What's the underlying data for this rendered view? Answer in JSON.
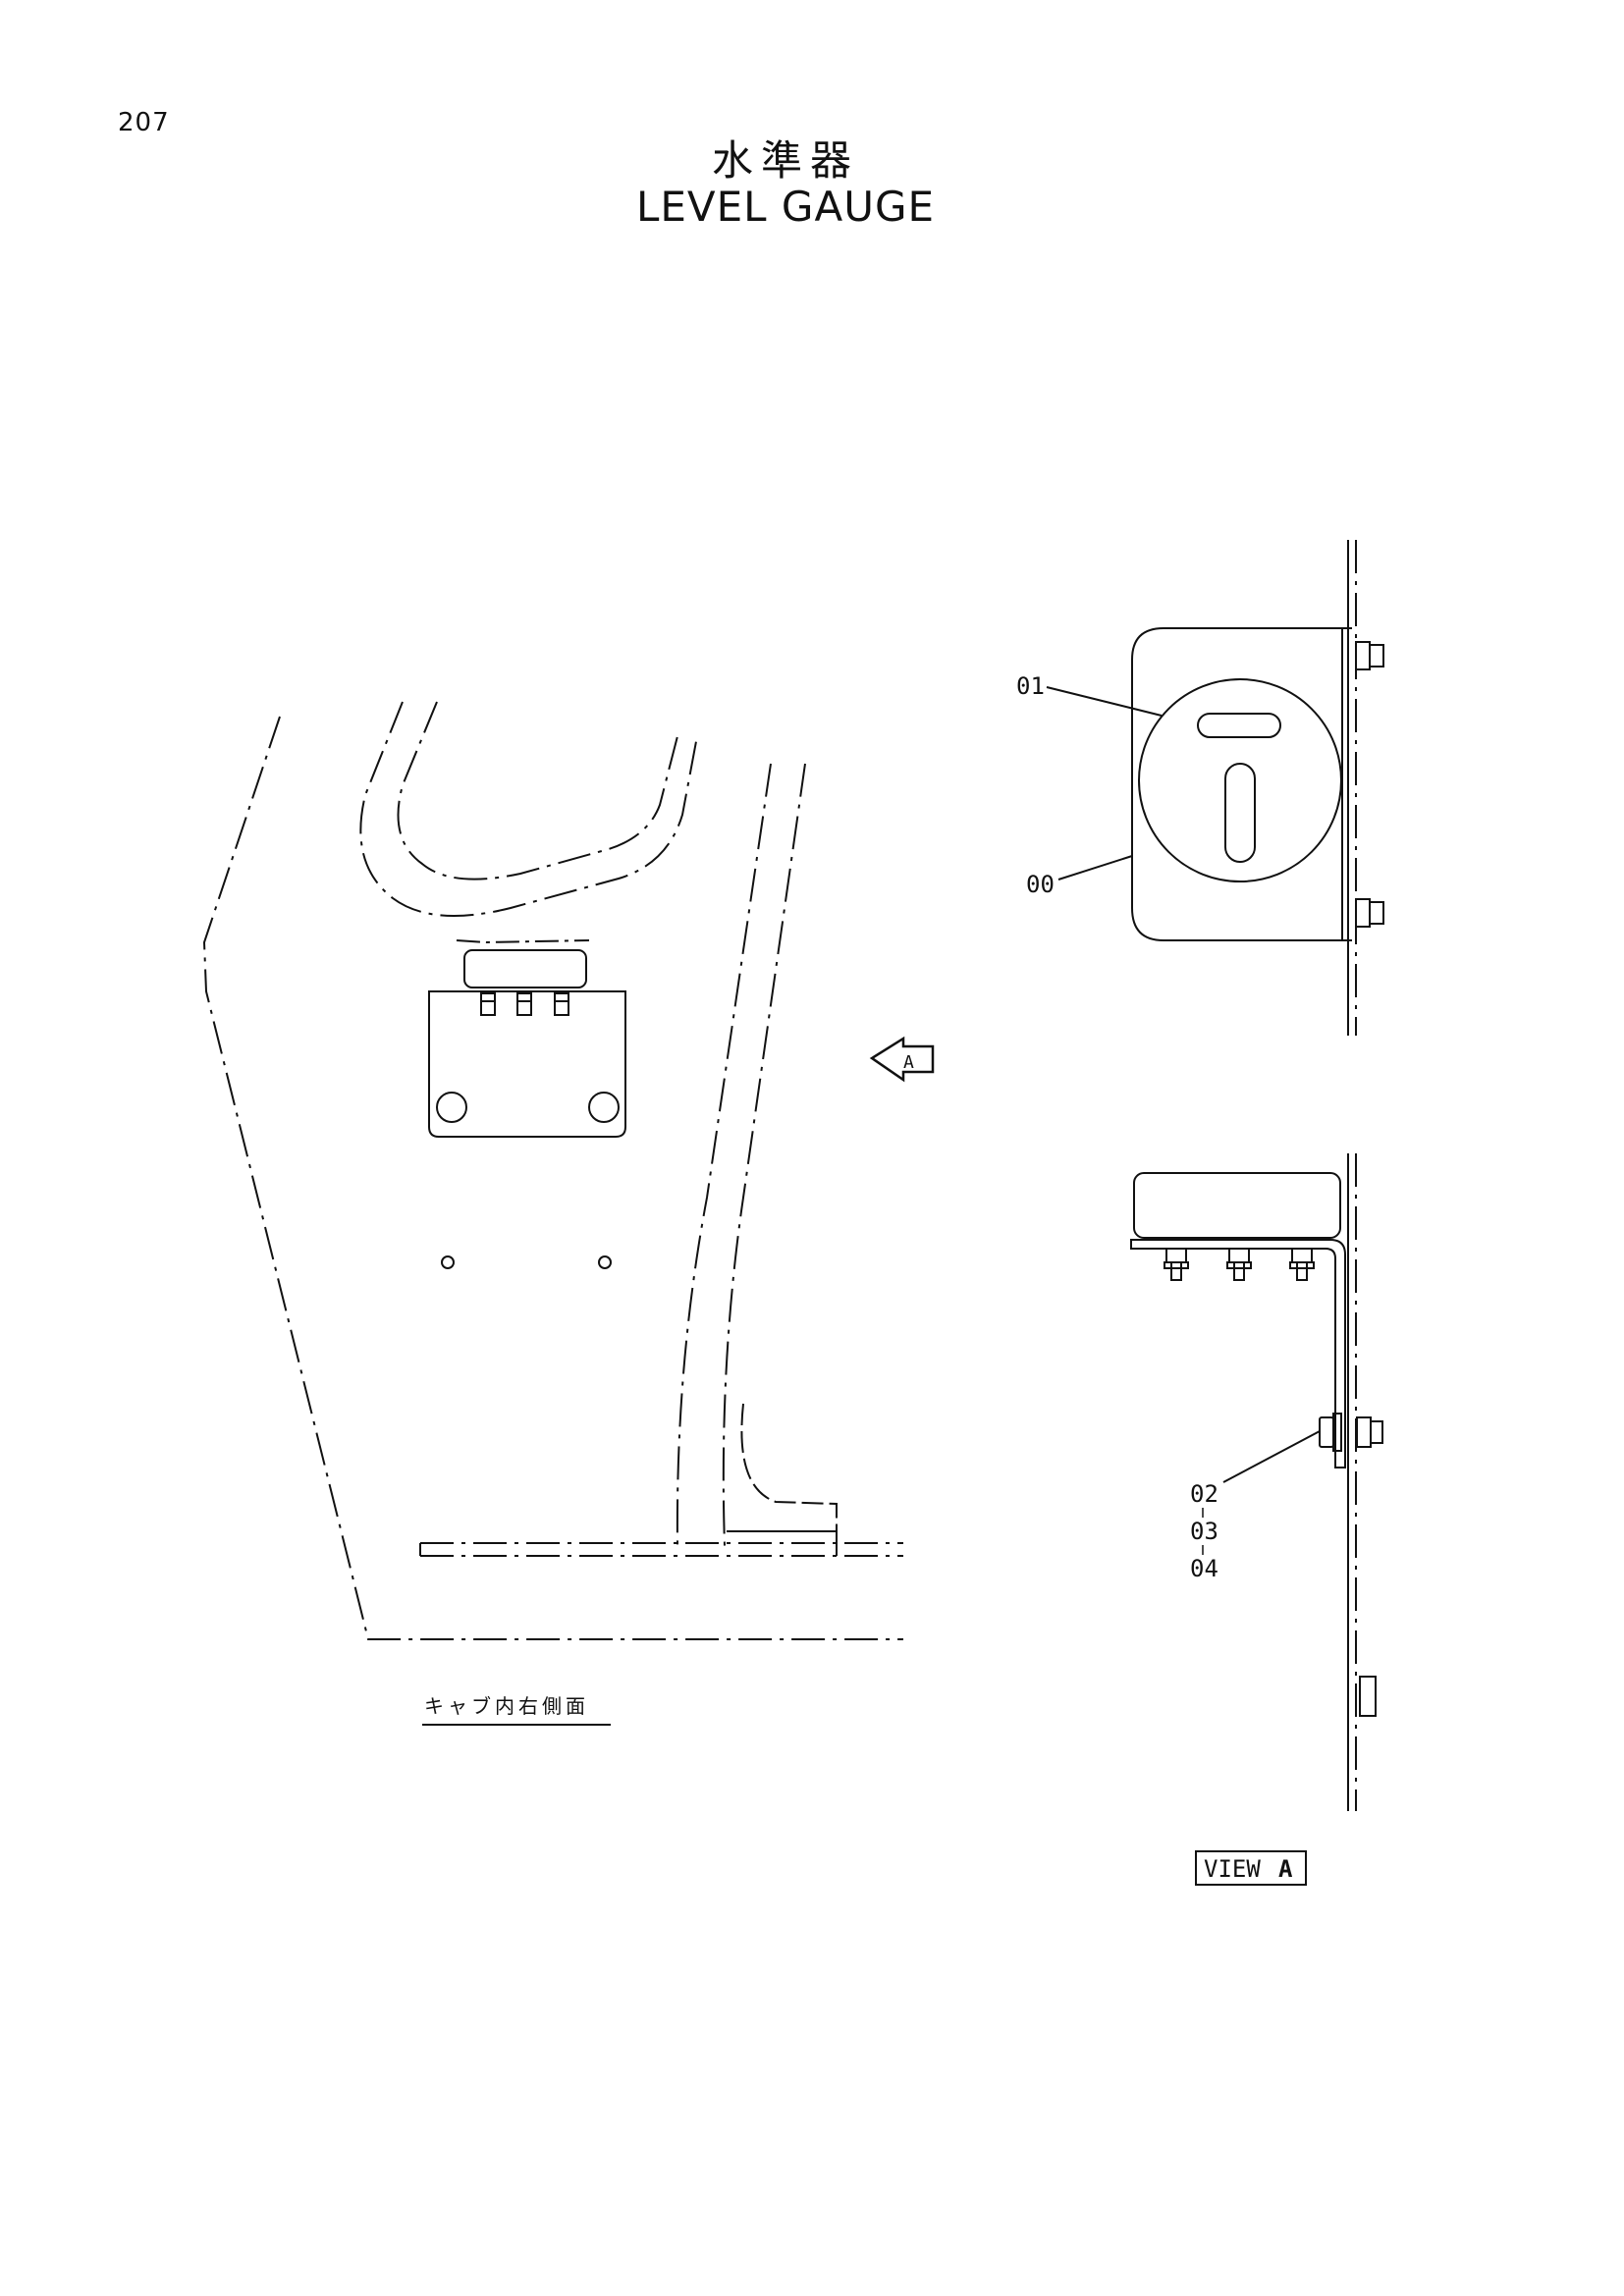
{
  "header": {
    "page_number": "207",
    "title_jp": "水準器",
    "title_en": "LEVEL GAUGE"
  },
  "drawing": {
    "view_arrow_letter": "A",
    "cab_caption": "キャブ内右側面",
    "view_label_prefix": "VIEW",
    "view_label_letter": "A",
    "part_callouts": [
      "01",
      "00",
      "02",
      "03",
      "04"
    ]
  }
}
